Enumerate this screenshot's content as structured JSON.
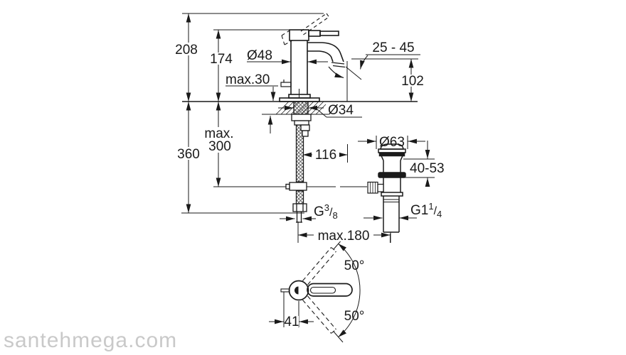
{
  "labels": {
    "total_height": "208",
    "body_height": "174",
    "body_diameter": "Ø48",
    "deck_thickness": "max.30",
    "aerator_adjust": "25 - 45",
    "spout_height": "102",
    "mount_hole_diameter": "Ø34",
    "supply_below_deck": "360",
    "hose_max_line1": "max.",
    "hose_max_line2": "300",
    "spout_reach": "116",
    "waste_flange_diameter": "Ø63",
    "waste_clamp_range": "40-53",
    "supply_thread_g": "G",
    "supply_thread_num": "3",
    "supply_thread_slash": "/",
    "supply_thread_den": "8",
    "waste_thread_g": "G1",
    "waste_thread_num": "1",
    "waste_thread_slash": "/",
    "waste_thread_den": "4",
    "max_center_distance": "max.180",
    "swivel_angle_upper": "50°",
    "swivel_angle_lower": "50°",
    "handle_offset": "41"
  },
  "watermark": "santehmega.com",
  "colors": {
    "line": "#1a1a1a",
    "watermark": "#c9c9c9",
    "background": "#ffffff"
  }
}
